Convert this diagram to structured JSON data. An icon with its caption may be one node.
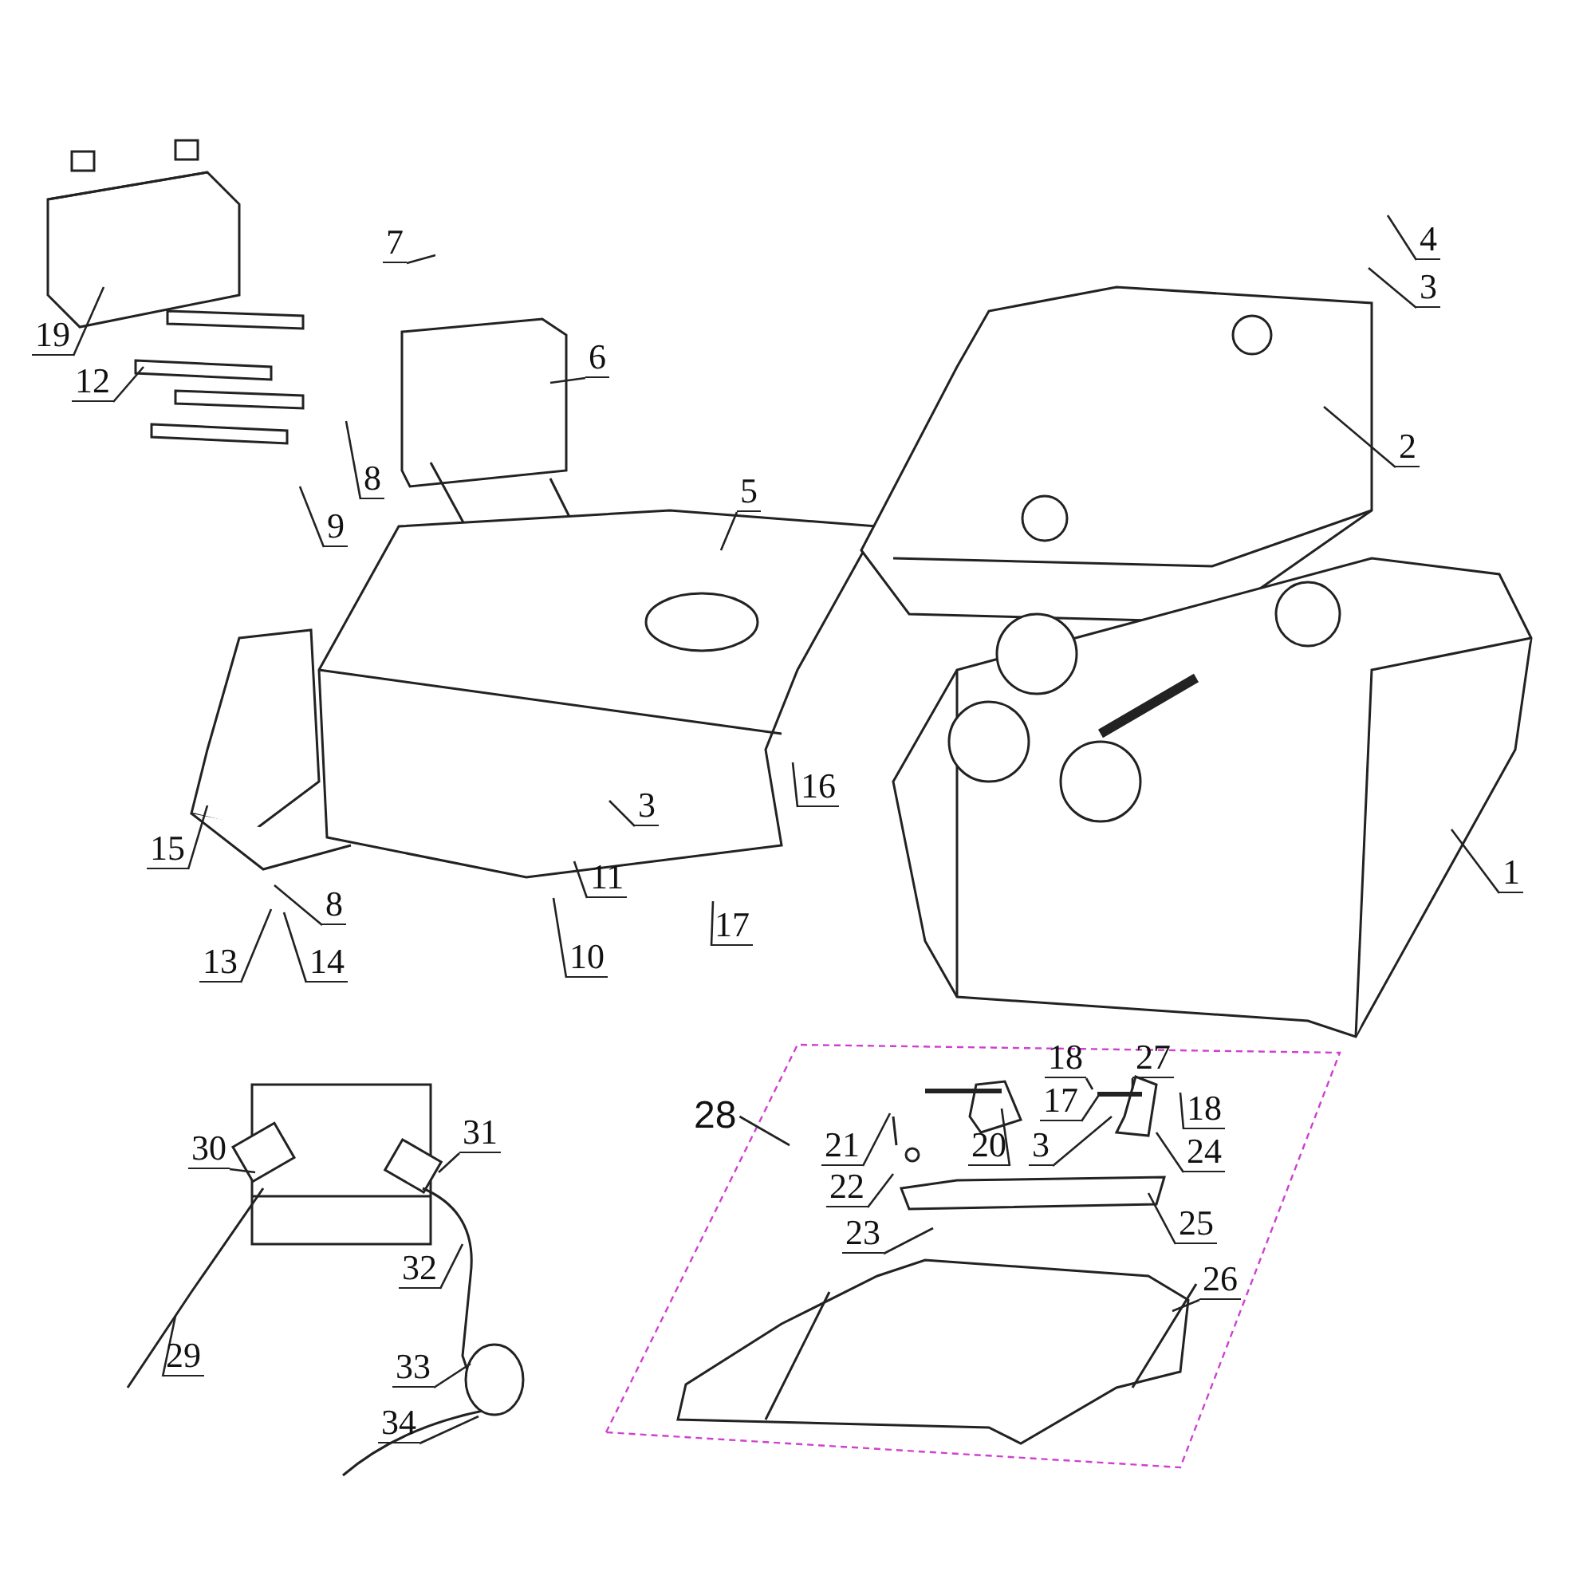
{
  "diagram": {
    "nodes": [
      {
        "text": [
          "7"
        ]
      },
      {
        "text": [
          "4"
        ]
      },
      {
        "text": [
          "3"
        ]
      },
      {
        "text": [
          "19"
        ]
      },
      {
        "text": [
          "6"
        ]
      },
      {
        "text": [
          "12"
        ]
      },
      {
        "text": [
          "2"
        ]
      },
      {
        "text": [
          "8"
        ]
      },
      {
        "text": [
          "9"
        ]
      },
      {
        "text": [
          "5"
        ]
      },
      {
        "text": [
          "16"
        ]
      },
      {
        "text": [
          "3"
        ]
      },
      {
        "text": [
          "15"
        ]
      },
      {
        "text": [
          "1"
        ]
      },
      {
        "text": [
          "11"
        ]
      },
      {
        "text": [
          "8"
        ]
      },
      {
        "text": [
          "10"
        ]
      },
      {
        "text": [
          "17"
        ]
      },
      {
        "text": [
          "13"
        ]
      },
      {
        "text": [
          "14"
        ]
      },
      {
        "text": [
          "28"
        ]
      },
      {
        "text": [
          "18"
        ]
      },
      {
        "text": [
          "27"
        ]
      },
      {
        "text": [
          "17"
        ]
      },
      {
        "text": [
          "18"
        ]
      },
      {
        "text": [
          "21"
        ]
      },
      {
        "text": [
          "20"
        ]
      },
      {
        "text": [
          "3"
        ]
      },
      {
        "text": [
          "22"
        ]
      },
      {
        "text": [
          "24"
        ]
      },
      {
        "text": [
          "30"
        ]
      },
      {
        "text": [
          "31"
        ]
      },
      {
        "text": [
          "23"
        ]
      },
      {
        "text": [
          "25"
        ]
      },
      {
        "text": [
          "32"
        ]
      },
      {
        "text": [
          "26"
        ]
      },
      {
        "text": [
          "29"
        ]
      },
      {
        "text": [
          "33"
        ]
      },
      {
        "text": [
          "34"
        ]
      }
    ],
    "edges": [
      {
        "from": 0,
        "to": null,
        "arrow": "none"
      },
      {
        "from": 1,
        "to": null,
        "arrow": "none"
      },
      {
        "from": 2,
        "to": null,
        "arrow": "none"
      },
      {
        "from": 3,
        "to": null,
        "arrow": "none"
      },
      {
        "from": 4,
        "to": null,
        "arrow": "none"
      },
      {
        "from": 5,
        "to": null,
        "arrow": "none"
      },
      {
        "from": 6,
        "to": null,
        "arrow": "none"
      },
      {
        "from": 7,
        "to": null,
        "arrow": "none"
      },
      {
        "from": 8,
        "to": null,
        "arrow": "none"
      },
      {
        "from": 9,
        "to": null,
        "arrow": "none"
      },
      {
        "from": 10,
        "to": null,
        "arrow": "none"
      },
      {
        "from": 11,
        "to": null,
        "arrow": "none"
      },
      {
        "from": 12,
        "to": null,
        "arrow": "none"
      },
      {
        "from": 13,
        "to": null,
        "arrow": "none"
      },
      {
        "from": 14,
        "to": null,
        "arrow": "none"
      },
      {
        "from": 15,
        "to": null,
        "arrow": "none"
      },
      {
        "from": 16,
        "to": null,
        "arrow": "none"
      },
      {
        "from": 17,
        "to": null,
        "arrow": "none"
      },
      {
        "from": 18,
        "to": null,
        "arrow": "none"
      },
      {
        "from": 19,
        "to": null,
        "arrow": "none"
      },
      {
        "from": 20,
        "to": null,
        "arrow": "none"
      },
      {
        "from": 21,
        "to": null,
        "arrow": "none"
      },
      {
        "from": 22,
        "to": null,
        "arrow": "none"
      },
      {
        "from": 23,
        "to": null,
        "arrow": "none"
      },
      {
        "from": 24,
        "to": null,
        "arrow": "none"
      },
      {
        "from": 25,
        "to": null,
        "arrow": "none"
      },
      {
        "from": 26,
        "to": null,
        "arrow": "none"
      },
      {
        "from": 27,
        "to": null,
        "arrow": "none"
      },
      {
        "from": 28,
        "to": null,
        "arrow": "none"
      },
      {
        "from": 29,
        "to": null,
        "arrow": "none"
      },
      {
        "from": 30,
        "to": null,
        "arrow": "none"
      },
      {
        "from": 31,
        "to": null,
        "arrow": "none"
      },
      {
        "from": 32,
        "to": null,
        "arrow": "none"
      },
      {
        "from": 33,
        "to": null,
        "arrow": "none"
      },
      {
        "from": 34,
        "to": null,
        "arrow": "none"
      },
      {
        "from": 35,
        "to": null,
        "arrow": "none"
      },
      {
        "from": 36,
        "to": null,
        "arrow": "none"
      },
      {
        "from": 37,
        "to": null,
        "arrow": "none"
      },
      {
        "from": 38,
        "to": null,
        "arrow": "none"
      }
    ]
  }
}
